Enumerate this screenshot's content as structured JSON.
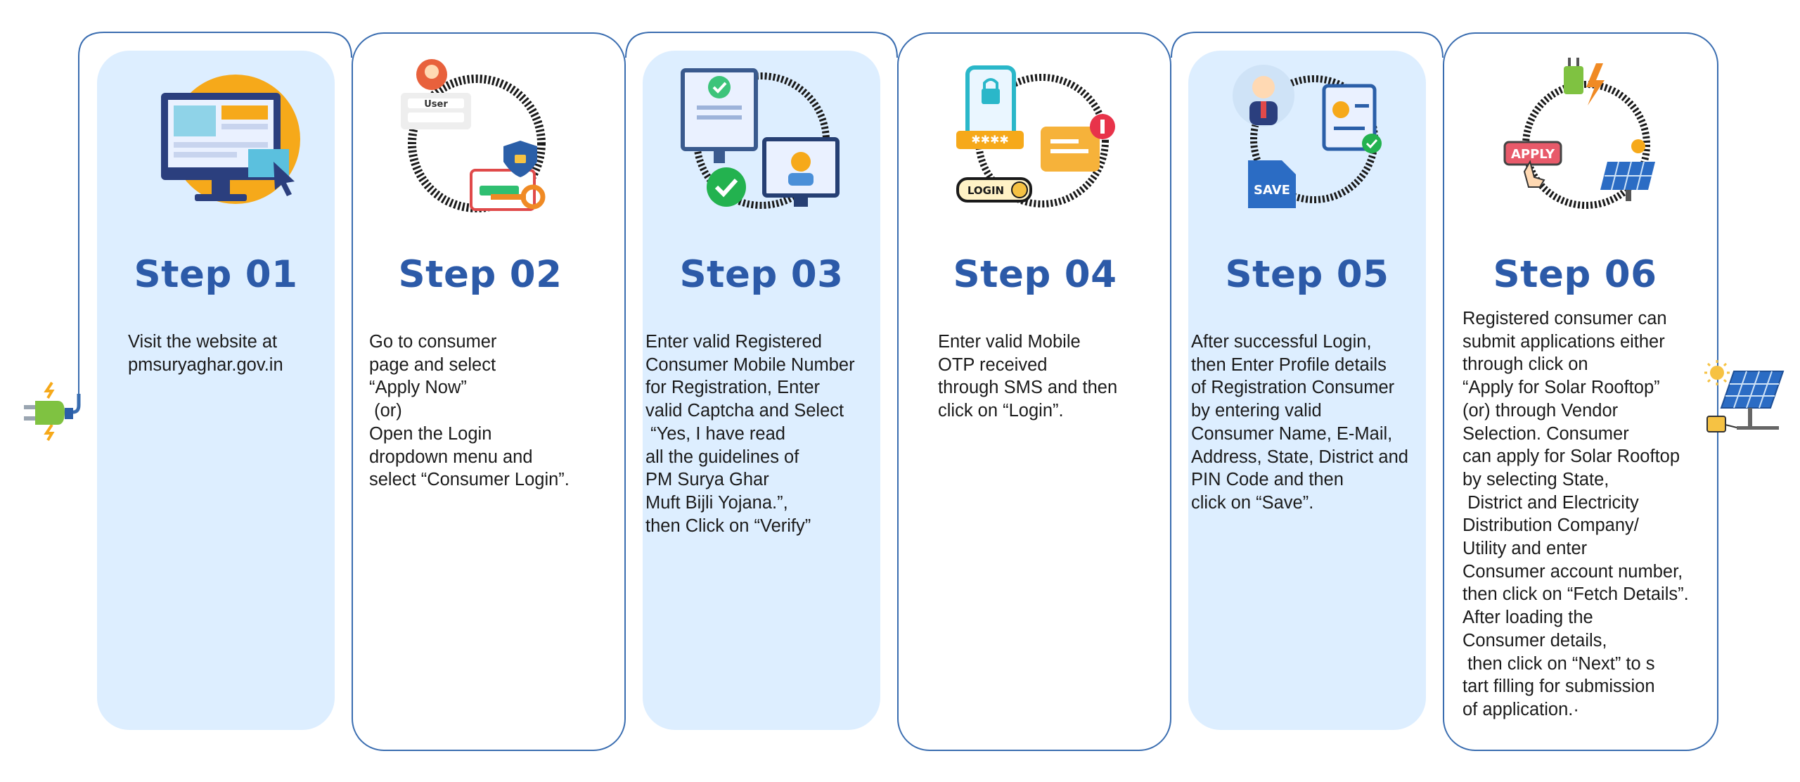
{
  "steps": [
    {
      "title": "Step 01",
      "text": "Visit the website at\npmsuryaghar.gov.in",
      "icon": "monitor-icon"
    },
    {
      "title": "Step 02",
      "text": "Go to consumer\npage and select\n“Apply Now”\n (or)\nOpen the Login\ndropdown menu and\nselect “Consumer Login”.",
      "icon": "user-login-icon",
      "icon_label": "User"
    },
    {
      "title": "Step 03",
      "text": "Enter valid Registered\nConsumer Mobile Number\nfor Registration, Enter\nvalid Captcha and Select\n “Yes, I have read\nall the guidelines of\nPM Surya Ghar\nMuft Bijli Yojana.”,\nthen Click on “Verify”",
      "icon": "verify-icon"
    },
    {
      "title": "Step 04",
      "text": "Enter valid Mobile\nOTP received\nthrough SMS and then\nclick on “Login”.",
      "icon": "otp-login-icon",
      "icon_label": "LOGIN"
    },
    {
      "title": "Step 05",
      "text": "After successful Login,\nthen Enter Profile details\nof Registration Consumer\nby entering valid\nConsumer Name, E-Mail,\nAddress, State, District and\nPIN Code and then\nclick on “Save”.",
      "icon": "profile-save-icon",
      "icon_label": "SAVE"
    },
    {
      "title": "Step 06",
      "text": "Registered consumer can\nsubmit applications either\nthrough click on\n“Apply for Solar Rooftop”\n(or) through Vendor\nSelection. Consumer\ncan apply for Solar Rooftop\nby selecting State,\n District and Electricity\nDistribution Company/\nUtility and enter\nConsumer account number,\nthen click on “Fetch Details”.\nAfter loading the\nConsumer details,\n then click on “Next” to s\ntart filling for submission\nof application.·",
      "icon": "apply-solar-icon",
      "icon_label": "APPLY"
    }
  ],
  "decor": {
    "plug": "plug-icon",
    "solar": "solar-panel-icon"
  },
  "colors": {
    "accent": "#2c5aa8",
    "panel": "#ddeeff",
    "outline": "#3a6db0"
  }
}
